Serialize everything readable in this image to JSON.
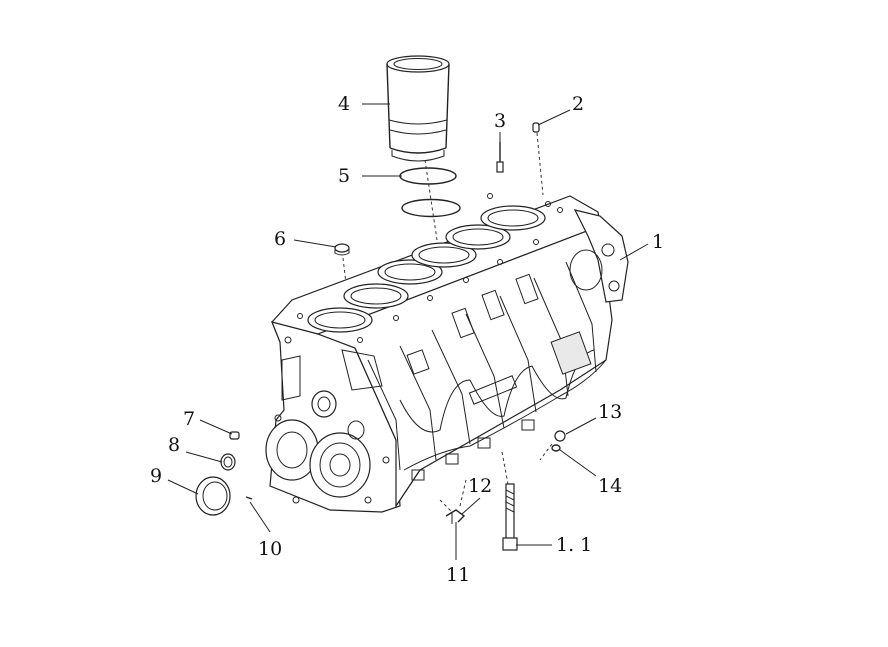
{
  "callouts": {
    "c1": "1",
    "c1_1": "1. 1",
    "c2": "2",
    "c3": "3",
    "c4": "4",
    "c5": "5",
    "c6": "6",
    "c7": "7",
    "c8": "8",
    "c9": "9",
    "c10": "10",
    "c11": "11",
    "c12": "12",
    "c13": "13",
    "c14": "14"
  },
  "colors": {
    "line": "#222222",
    "background": "#ffffff"
  }
}
